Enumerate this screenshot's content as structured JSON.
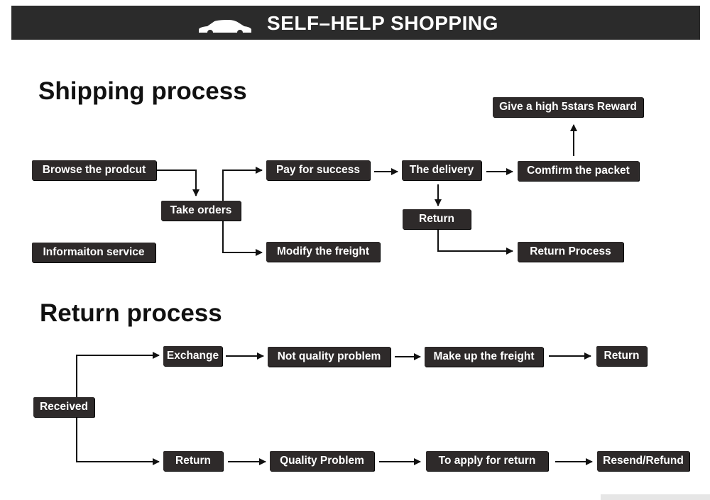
{
  "header": {
    "title": "SELF–HELP SHOPPING",
    "icon": "car-icon"
  },
  "shipping": {
    "heading": "Shipping process",
    "nodes": {
      "browse": "Browse the prodcut",
      "take_orders": "Take orders",
      "info_service": "Informaiton service",
      "pay": "Pay for success",
      "modify_freight": "Modify the freight",
      "delivery": "The delivery",
      "return": "Return",
      "confirm": "Comfirm the packet",
      "reward": "Give a high 5stars Reward",
      "return_process": "Return Process"
    }
  },
  "return_flow": {
    "heading": "Return process",
    "nodes": {
      "received": "Received",
      "exchange": "Exchange",
      "not_quality": "Not quality problem",
      "make_up": "Make up the freight",
      "return_end": "Return",
      "return_branch": "Return",
      "quality": "Quality Problem",
      "apply_return": "To apply for return",
      "resend": "Resend/Refund"
    }
  },
  "colors": {
    "banner": "#2b2b2b",
    "box": "#2e2a2a",
    "text_on_box": "#ffffff",
    "line": "#111111"
  }
}
